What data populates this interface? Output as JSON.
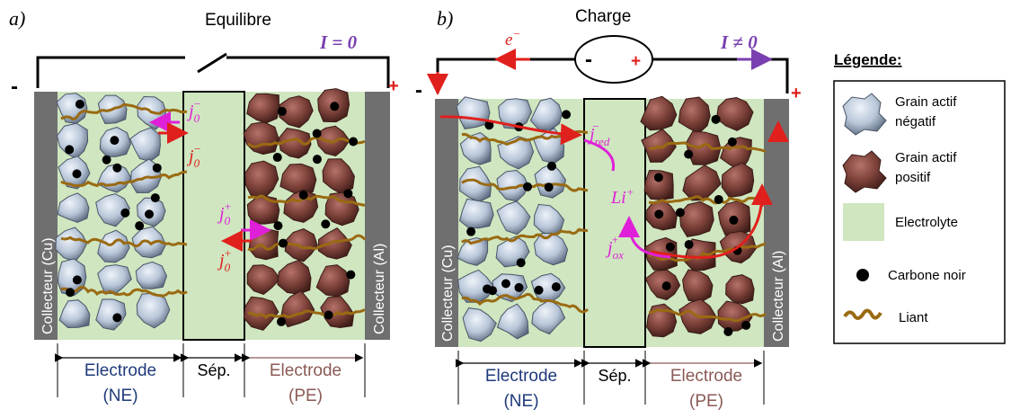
{
  "panel_a": {
    "letter": "a)",
    "title": "Equilibre",
    "current": "I = 0",
    "minus": "-",
    "plus": "+",
    "collector_left": "Collecteur (Cu)",
    "collector_right": "Collecteur (Al)",
    "j0_minus_top": "j",
    "j0_minus_sub": "0",
    "j0_minus_sup": "−",
    "j0_plus_sup": "+",
    "electrode_ne": "Electrode",
    "ne_abbr": "(NE)",
    "sep": "Sép.",
    "electrode_pe": "Electrode",
    "pe_abbr": "(PE)"
  },
  "panel_b": {
    "letter": "b)",
    "title": "Charge",
    "current": "I ≠ 0",
    "electron": "e",
    "electron_sup": "−",
    "source_minus": "-",
    "source_plus": "+",
    "minus": "-",
    "plus": "+",
    "collector_left": "Collecteur (Cu)",
    "collector_right": "Collecteur (Al)",
    "j_red": "j",
    "j_red_sub": "red",
    "j_red_sup": "−",
    "li": "Li",
    "li_sup": "+",
    "j_ox": "j",
    "j_ox_sub": "ox",
    "j_ox_sup": "+",
    "electrode_ne": "Electrode",
    "ne_abbr": "(NE)",
    "sep": "Sép.",
    "electrode_pe": "Electrode",
    "pe_abbr": "(PE)"
  },
  "legend": {
    "title": "Légende:",
    "items": [
      {
        "label_1": "Grain actif",
        "label_2": "négatif",
        "icon": "negative-grain-icon"
      },
      {
        "label_1": "Grain actif",
        "label_2": "positif",
        "icon": "positive-grain-icon"
      },
      {
        "label_1": "Electrolyte",
        "label_2": "",
        "icon": "electrolyte-swatch"
      },
      {
        "label_1": "Carbone noir",
        "label_2": "",
        "icon": "carbon-dot-icon"
      },
      {
        "label_1": "Liant",
        "label_2": "",
        "icon": "binder-icon"
      }
    ]
  },
  "colors": {
    "electrolyte": "#cfe6c0",
    "collector": "#6f6f6f",
    "negative_grain": "#b8c6d8",
    "positive_grain": "#7a4038",
    "binder": "#9a6a12",
    "ion_flux": "#e020d8",
    "current_arrow": "#e0201c",
    "current_label": "#7a3fb0",
    "ne_text": "#1f3a7a",
    "pe_text": "#8a5a55"
  }
}
